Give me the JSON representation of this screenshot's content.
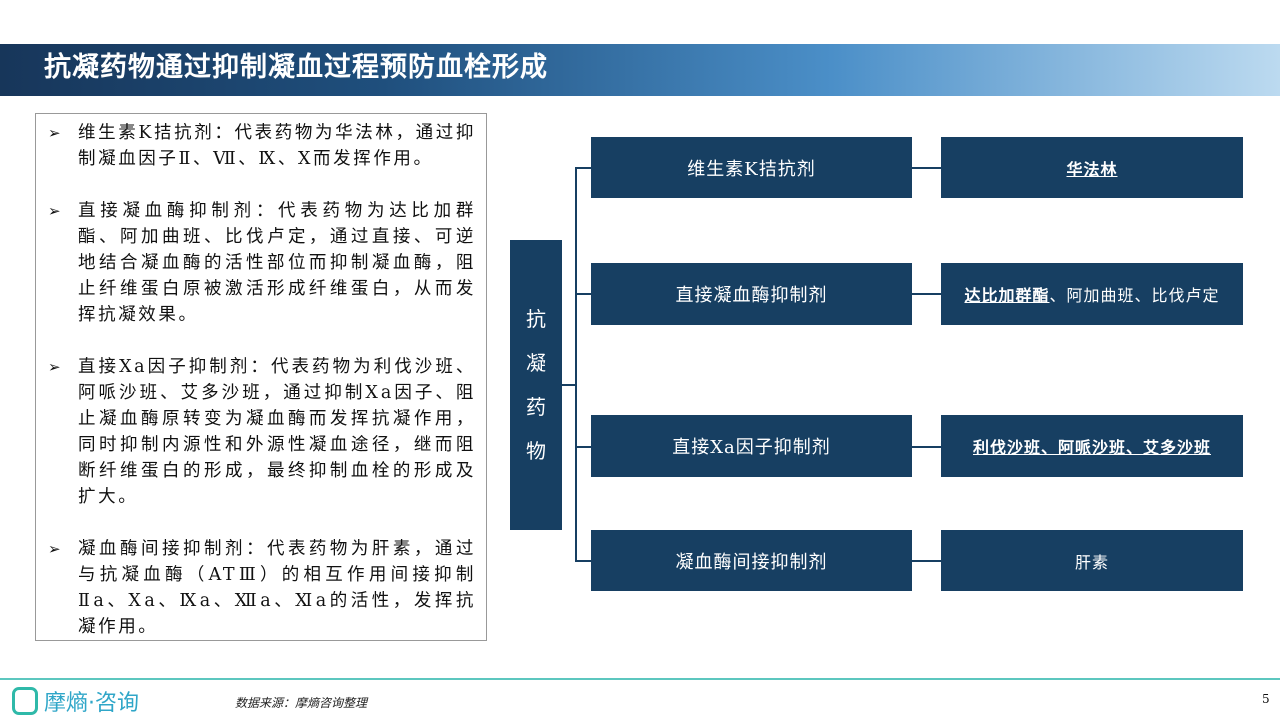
{
  "title": "抗凝药物通过抑制凝血过程预防血栓形成",
  "bullets": [
    "维生素K拮抗剂：代表药物为华法林，通过抑制凝血因子Ⅱ、Ⅶ、Ⅸ、Ⅹ而发挥作用。",
    "直接凝血酶抑制剂：代表药物为达比加群酯、阿加曲班、比伐卢定，通过直接、可逆地结合凝血酶的活性部位而抑制凝血酶，阻止纤维蛋白原被激活形成纤维蛋白，从而发挥抗凝效果。",
    "直接Xa因子抑制剂：代表药物为利伐沙班、阿哌沙班、艾多沙班，通过抑制Ⅹa因子、阻止凝血酶原转变为凝血酶而发挥抗凝作用，同时抑制内源性和外源性凝血途径，继而阻断纤维蛋白的形成，最终抑制血栓的形成及扩大。",
    "凝血酶间接抑制剂：代表药物为肝素，通过与抗凝血酶（ATⅢ）的相互作用间接抑制Ⅱa、Ⅹa、Ⅸa、Ⅻa、Ⅺa的活性，发挥抗凝作用。"
  ],
  "diagram": {
    "root": [
      "抗",
      "凝",
      "药",
      "物"
    ],
    "classes": [
      "维生素K拮抗剂",
      "直接凝血酶抑制剂",
      "直接Xa因子抑制剂",
      "凝血酶间接抑制剂"
    ],
    "drugs": [
      {
        "bold": "华法林",
        "rest": ""
      },
      {
        "bold": "达比加群酯",
        "rest": "、阿加曲班、比伐卢定"
      },
      {
        "bold": "利伐沙班、阿哌沙班、艾多沙班",
        "rest": ""
      },
      {
        "bold": "",
        "rest": "肝素"
      }
    ]
  },
  "footer": {
    "logo": "摩熵·咨询",
    "source": "数据来源：摩熵咨询整理",
    "page": "5"
  },
  "colors": {
    "navy": "#173f62",
    "teal": "#5cc7bf"
  }
}
